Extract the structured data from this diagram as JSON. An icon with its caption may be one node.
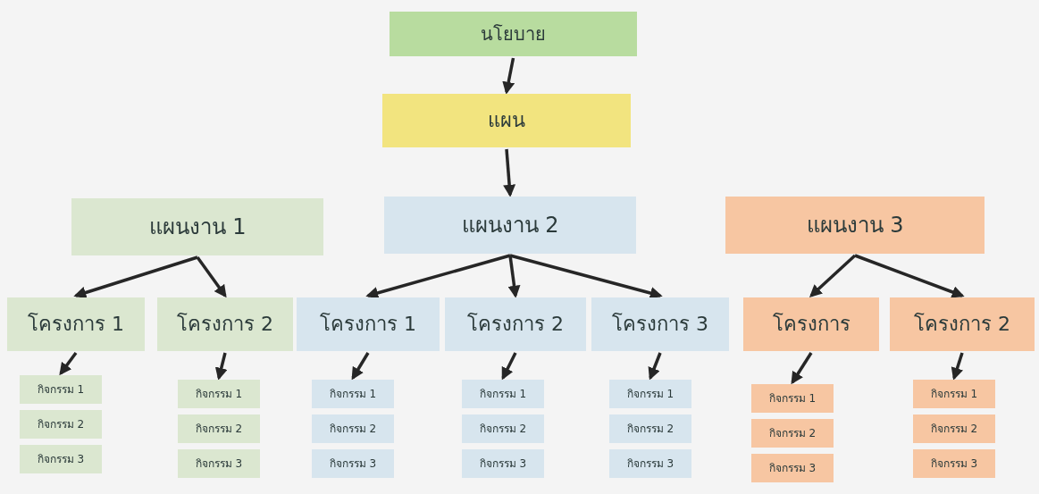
{
  "diagram": {
    "nodes": [
      {
        "text": [
          "นโยบาย"
        ]
      },
      {
        "text": [
          "แผน"
        ]
      },
      {
        "text": [
          "แผนงาน 1"
        ]
      },
      {
        "text": [
          "แผนงาน 2"
        ]
      },
      {
        "text": [
          "แผนงาน 3"
        ]
      },
      {
        "text": [
          "โครงการ 1"
        ]
      },
      {
        "text": [
          "โครงการ 2"
        ]
      },
      {
        "text": [
          "โครงการ 1"
        ]
      },
      {
        "text": [
          "โครงการ 2"
        ]
      },
      {
        "text": [
          "โครงการ 3"
        ]
      },
      {
        "text": [
          "โครงการ"
        ]
      },
      {
        "text": [
          "โครงการ 2"
        ]
      },
      {
        "text": [
          "กิจกรรม 1"
        ]
      },
      {
        "text": [
          "กิจกรรม 2"
        ]
      },
      {
        "text": [
          "กิจกรรม 3"
        ]
      },
      {
        "text": [
          "กิจกรรม 1"
        ]
      },
      {
        "text": [
          "กิจกรรม 2"
        ]
      },
      {
        "text": [
          "กิจกรรม 3"
        ]
      },
      {
        "text": [
          "กิจกรรม 1"
        ]
      },
      {
        "text": [
          "กิจกรรม 2"
        ]
      },
      {
        "text": [
          "กิจกรรม 3"
        ]
      },
      {
        "text": [
          "กิจกรรม 1"
        ]
      },
      {
        "text": [
          "กิจกรรม 2"
        ]
      },
      {
        "text": [
          "กิจกรรม 3"
        ]
      },
      {
        "text": [
          "กิจกรรม 1"
        ]
      },
      {
        "text": [
          "กิจกรรม 2"
        ]
      },
      {
        "text": [
          "กิจกรรม 3"
        ]
      },
      {
        "text": [
          "กิจกรรม 1"
        ]
      },
      {
        "text": [
          "กิจกรรม 2"
        ]
      },
      {
        "text": [
          "กิจกรรม 3"
        ]
      },
      {
        "text": [
          "กิจกรรม 1"
        ]
      },
      {
        "text": [
          "กิจกรรม 2"
        ]
      },
      {
        "text": [
          "กิจกรรม 3"
        ]
      }
    ],
    "edges": [
      {
        "from": 0,
        "to": 1,
        "arrow": "to"
      },
      {
        "from": 1,
        "to": 3,
        "arrow": "to"
      },
      {
        "from": 2,
        "to": 5,
        "arrow": "to"
      },
      {
        "from": 2,
        "to": 6,
        "arrow": "to"
      },
      {
        "from": 3,
        "to": 7,
        "arrow": "to"
      },
      {
        "from": 3,
        "to": 8,
        "arrow": "to"
      },
      {
        "from": 3,
        "to": 9,
        "arrow": "to"
      },
      {
        "from": 4,
        "to": 10,
        "arrow": "to"
      },
      {
        "from": 4,
        "to": 11,
        "arrow": "to"
      },
      {
        "from": 5,
        "to": 12,
        "arrow": "to"
      },
      {
        "from": 6,
        "to": 15,
        "arrow": "to"
      },
      {
        "from": 7,
        "to": 18,
        "arrow": "to"
      },
      {
        "from": 8,
        "to": 21,
        "arrow": "to"
      },
      {
        "from": 9,
        "to": 24,
        "arrow": "to"
      },
      {
        "from": 10,
        "to": 27,
        "arrow": "to"
      },
      {
        "from": 11,
        "to": 30,
        "arrow": "to"
      }
    ]
  }
}
